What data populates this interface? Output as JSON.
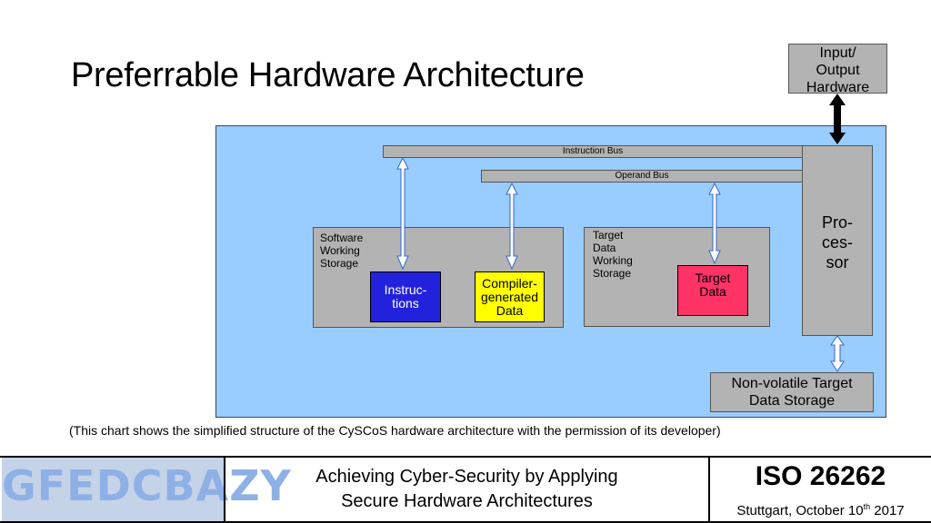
{
  "slide": {
    "title": "Preferrable Hardware Architecture",
    "caption": "(This chart shows the simplified structure of the CySCoS hardware architecture with the permission of its developer)"
  },
  "diagram": {
    "instruction_bus": "Instruction Bus",
    "operand_bus": "Operand  Bus",
    "software_storage": "Software\nWorking\nStorage",
    "instructions": "Instruc-\ntions",
    "compiler_data": "Compiler-\ngenerated\nData",
    "target_storage": "Target\nData\nWorking\nStorage",
    "target_data": "Target\nData",
    "processor": "Pro-\nces-\nsor",
    "io": "Input/\nOutput\nHardware",
    "nonvolatile": "Non-volatile Target\nData Storage",
    "colors": {
      "background": "#99ccff",
      "gray": "#b3b3b3",
      "instructions": "#2222dd",
      "compiler_data": "#ffff00",
      "target_data": "#ff3366"
    }
  },
  "footer": {
    "logo_text": "GFEDCBAZY",
    "center": "Achieving Cyber-Security by Applying\nSecure Hardware Architectures",
    "iso": "ISO 26262",
    "date_prefix": "Stuttgart, October 10",
    "date_sup": "th",
    "date_suffix": " 2017"
  }
}
